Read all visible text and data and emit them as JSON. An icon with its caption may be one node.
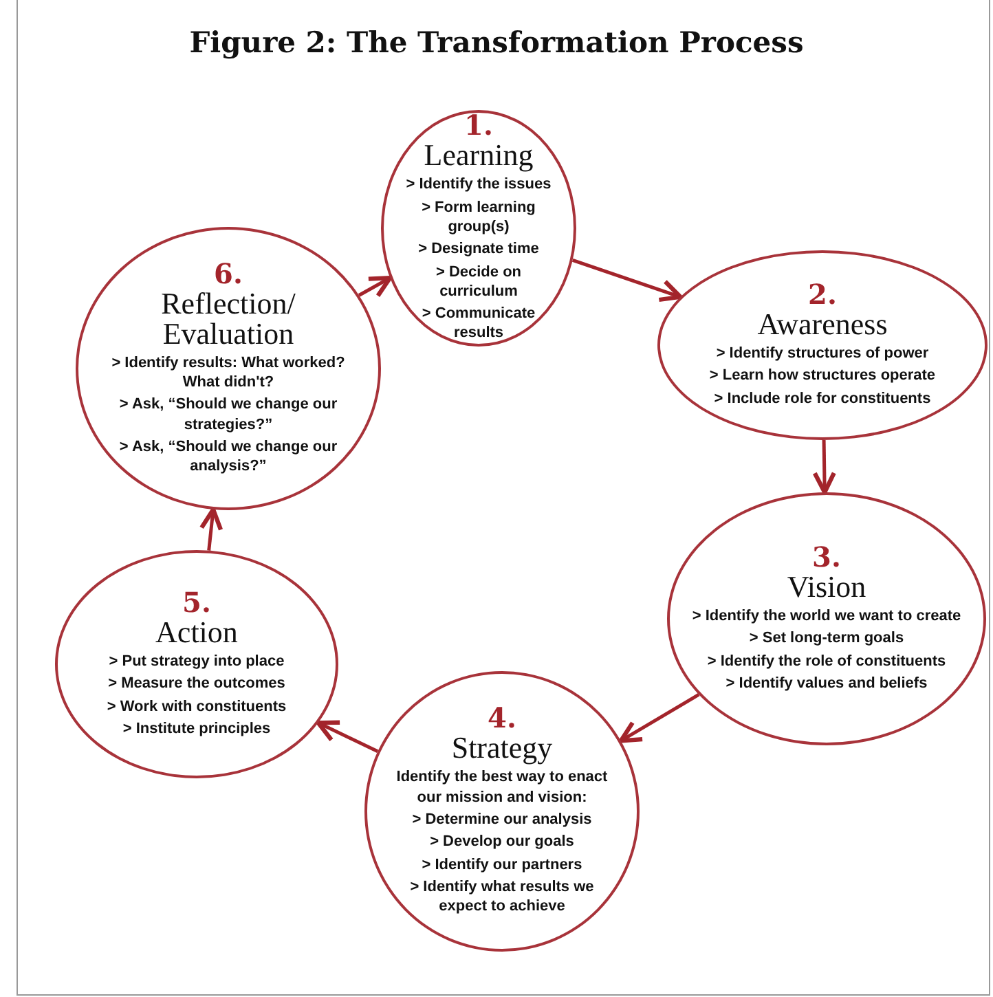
{
  "diagram": {
    "title": "Figure 2: The Transformation Process",
    "nodes": [
      {
        "text": [
          "1.",
          "Learning",
          "> Identify the issues",
          "> Form learning group(s)",
          "> Designate time",
          "> Decide on curriculum",
          "> Communicate results"
        ]
      },
      {
        "text": [
          "2.",
          "Awareness",
          "> Identify structures of power",
          "> Learn how structures operate",
          "> Include role for constituents"
        ]
      },
      {
        "text": [
          "3.",
          "Vision",
          "> Identify the world we want to create",
          "> Set long-term goals",
          "> Identify the role of constituents",
          "> Identify values and beliefs"
        ]
      },
      {
        "text": [
          "4.",
          "Strategy",
          "Identify the best way to enact our mission and vision:",
          "> Determine our analysis",
          "> Develop our goals",
          "> Identify our partners",
          "> Identify what results we expect to achieve"
        ]
      },
      {
        "text": [
          "5.",
          "Action",
          "> Put strategy into place",
          "> Measure the outcomes",
          "> Work with constituents",
          "> Institute principles"
        ]
      },
      {
        "text": [
          "6.",
          "Reflection/ Evaluation",
          "> Identify results: What worked? What didn't?",
          "> Ask, “Should we change our strategies?”",
          "> Ask, “Should we change our analysis?”"
        ]
      }
    ],
    "edges": [
      {
        "from": 5,
        "to": 0,
        "arrow": "to"
      },
      {
        "from": 0,
        "to": 1,
        "arrow": "to"
      },
      {
        "from": 1,
        "to": 2,
        "arrow": "to"
      },
      {
        "from": 2,
        "to": 3,
        "arrow": "to"
      },
      {
        "from": 3,
        "to": 4,
        "arrow": "to"
      },
      {
        "from": 4,
        "to": 5,
        "arrow": "to"
      }
    ]
  }
}
